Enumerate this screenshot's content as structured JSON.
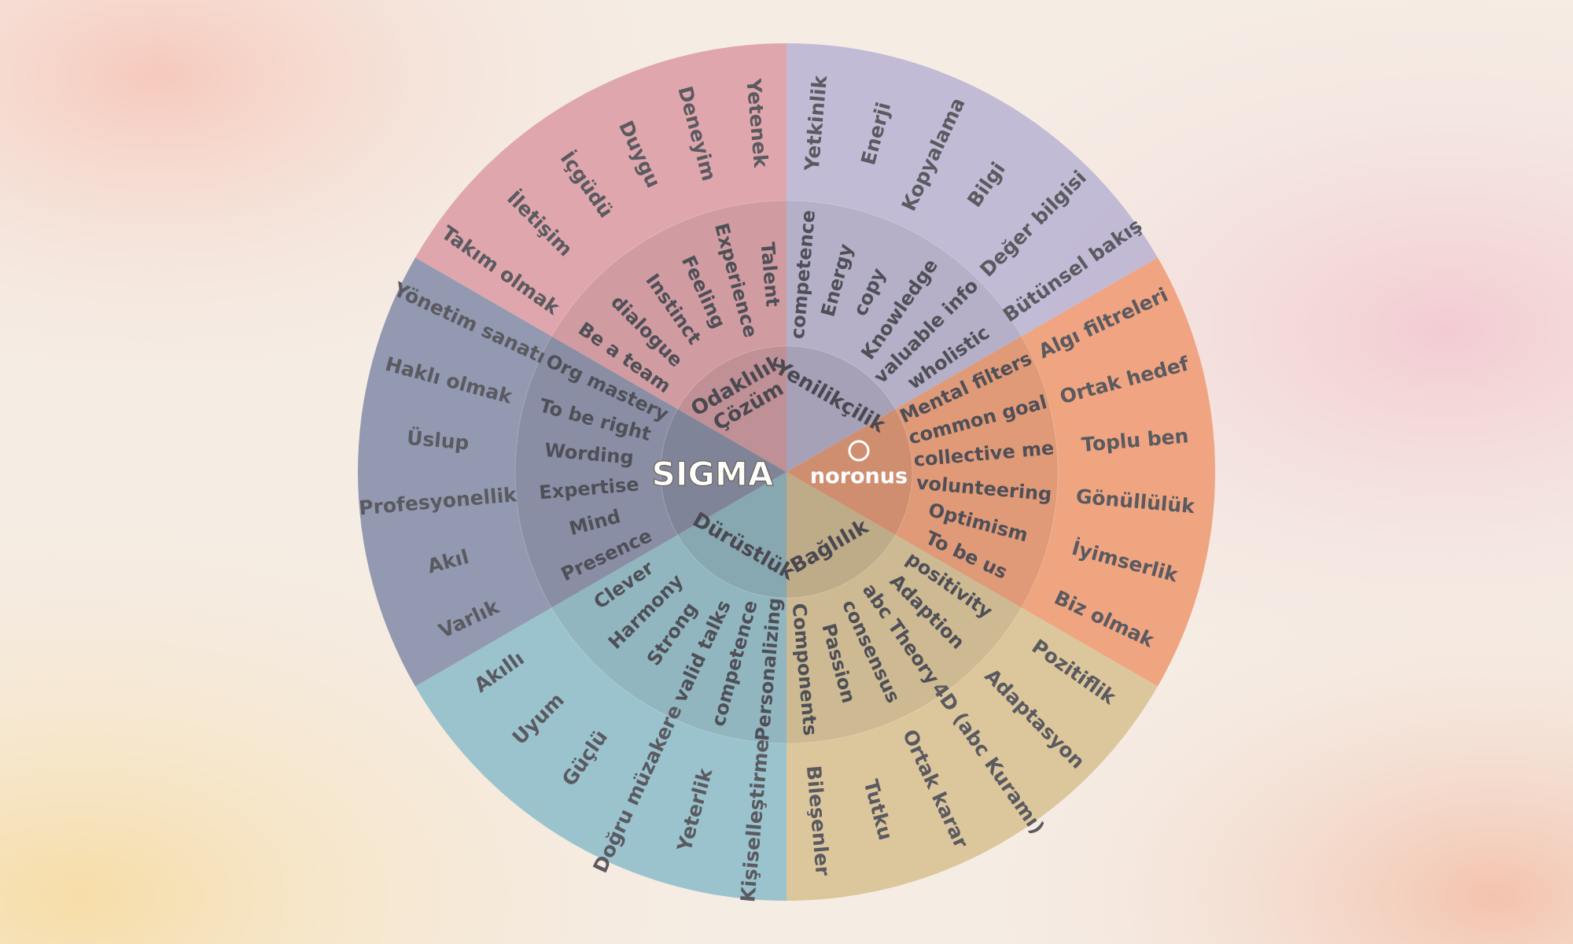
{
  "logos": {
    "left": "SIGMA",
    "right": "noronus"
  },
  "colors": {
    "cozum": "#dca1a8",
    "yenilikcilik": "#bdb6d4",
    "baglilik": "#ef9e78",
    "durustluk": "#d9c397",
    "yonetim": "#8a91ad",
    "kisisel": "#93bfcc"
  },
  "sectors": [
    {
      "center": [
        "Çözüm",
        "Odaklılık"
      ],
      "middle": [
        "Talent",
        "Experience",
        "Feeling",
        "Instinct",
        "dialogue",
        "Be a team"
      ],
      "outer": [
        "Yetenek",
        "Deneyim",
        "Duygu",
        "İçgüdü",
        "İletişim",
        "Takım olmak"
      ]
    },
    {
      "center": [
        "Yenilikçilik"
      ],
      "middle": [
        "competence",
        "Energy",
        "copy",
        "Knowledge",
        "valuable info",
        "wholistic"
      ],
      "outer": [
        "Yetkinlik",
        "Enerji",
        "Kopyalama",
        "Bilgi",
        "Değer bilgisi",
        "Bütünsel bakış"
      ]
    },
    {
      "center": [],
      "middle": [
        "Mental filters",
        "common goal",
        "collective me",
        "volunteering",
        "Optimism",
        "To be us"
      ],
      "outer": [
        "Algı filtreleri",
        "Ortak hedef",
        "Toplu ben",
        "Gönüllülük",
        "İyimserlik",
        "Biz olmak"
      ]
    },
    {
      "center": [
        "Bağlılık"
      ],
      "middle": [
        "positivity",
        "Adaption",
        "abc Theory",
        "consensus",
        "Passion",
        "Components"
      ],
      "outer": [
        "Pozitiflik",
        "Adaptasyon",
        "4D (abc Kuramı)",
        "Ortak karar",
        "Tutku",
        "Bileşenler"
      ]
    },
    {
      "center": [
        "Dürüstlük"
      ],
      "middle": [
        "Clever",
        "Harmony",
        "Strong",
        "valid talks",
        "competence",
        "Personalizing"
      ],
      "outer": [
        "Akıllı",
        "Uyum",
        "Güçlü",
        "Doğru müzakere",
        "Yeterlik",
        "Kişiselleştirme"
      ]
    },
    {
      "center": [],
      "middle": [
        "Org mastery",
        "To be right",
        "Wording",
        "Expertise",
        "Mind",
        "Presence"
      ],
      "outer": [
        "Yönetim sanatı",
        "Haklı olmak",
        "Üslup",
        "Profesyonellik",
        "Akıl",
        "Varlık"
      ]
    }
  ]
}
